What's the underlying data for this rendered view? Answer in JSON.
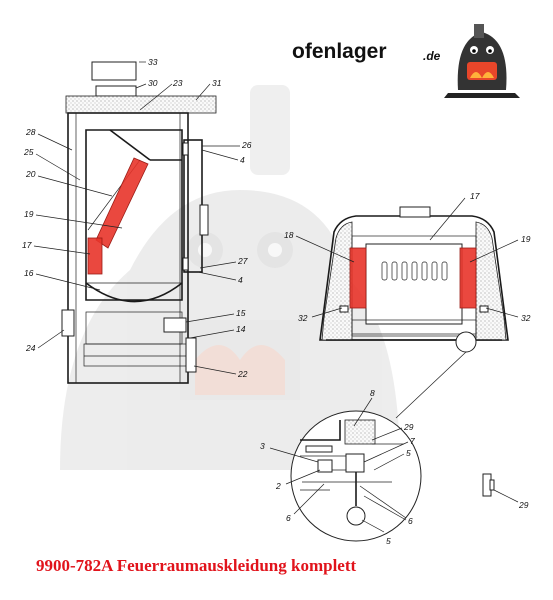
{
  "brand": {
    "name": "ofenlager",
    "tld": ".de"
  },
  "title": "9900-782A Feuerraumauskleidung komplett",
  "side_view_labels": {
    "l33": "33",
    "l30": "30",
    "l23": "23",
    "l31": "31",
    "l28": "28",
    "l25": "25",
    "l20": "20",
    "l19": "19",
    "l17": "17",
    "l16": "16",
    "l24": "24",
    "l26": "26",
    "l4a": "4",
    "l27": "27",
    "l4b": "4",
    "l15": "15",
    "l14": "14",
    "l22": "22"
  },
  "top_view_labels": {
    "l17": "17",
    "l18": "18",
    "l19": "19",
    "l32a": "32",
    "l32b": "32"
  },
  "detail_labels": {
    "l8": "8",
    "l29": "29",
    "l3": "3",
    "l7": "7",
    "l2": "2",
    "l5": "5",
    "l6a": "6",
    "l6b": "6",
    "l29b": "29"
  },
  "colors": {
    "highlight": "#e8342a",
    "title": "#e1131b",
    "watermark": "#d6d6d6"
  }
}
